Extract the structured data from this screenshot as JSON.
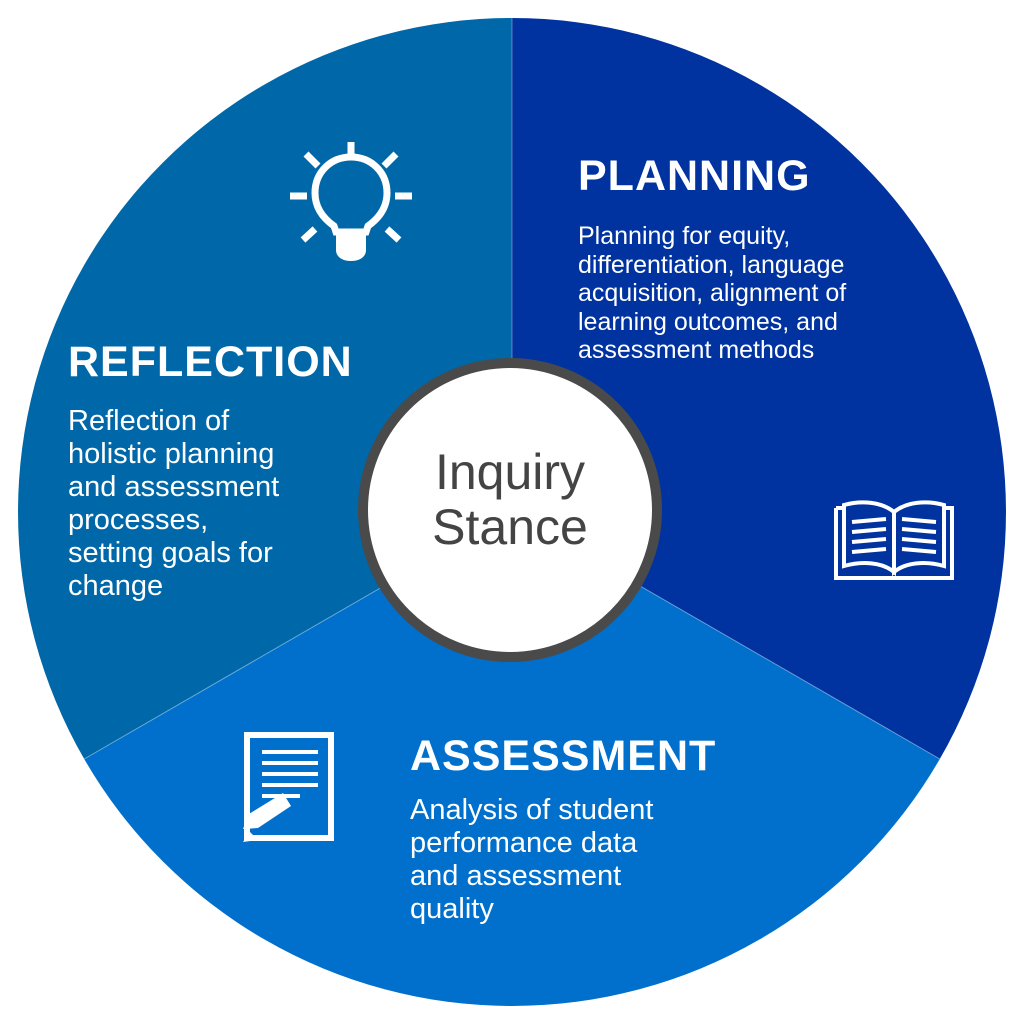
{
  "center": {
    "label": "Inquiry\nStance"
  },
  "segments": {
    "planning": {
      "title": "PLANNING",
      "description": "Planning for equity,\ndifferentiation, language\nacquisition, alignment of\nlearning outcomes, and\nassessment methods",
      "icon": "open-book-icon",
      "color": "#0033a0"
    },
    "assessment": {
      "title": "ASSESSMENT",
      "description": "Analysis of student\nperformance data\nand assessment\nquality",
      "icon": "document-pencil-icon",
      "color": "#0070cc"
    },
    "reflection": {
      "title": "REFLECTION",
      "description": "Reflection of\nholistic planning\nand assessment\nprocesses,\nsetting goals for\nchange",
      "icon": "lightbulb-icon",
      "color": "#0068a8"
    }
  },
  "colors": {
    "center_fill": "#ffffff",
    "center_ring": "#4a4a4a",
    "text": "#ffffff"
  }
}
